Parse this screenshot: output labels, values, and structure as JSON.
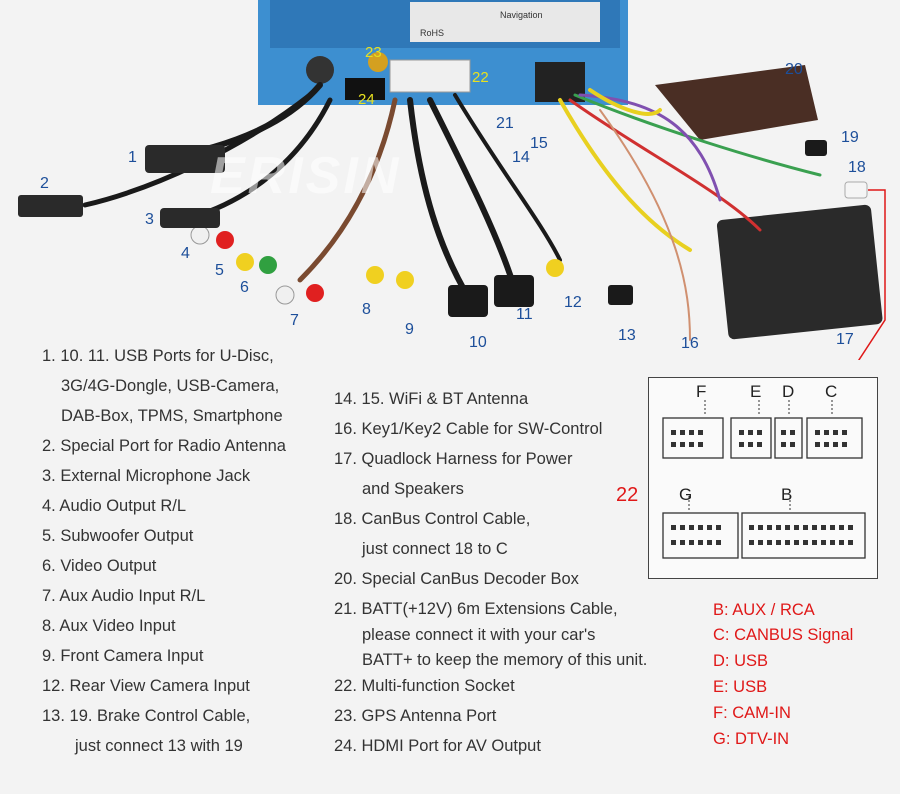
{
  "brand": "ERISIN",
  "unit_label": {
    "line1": "Navigation",
    "line2": "RoHS"
  },
  "callouts": [
    {
      "id": "1",
      "text": "1"
    },
    {
      "id": "2",
      "text": "2"
    },
    {
      "id": "3",
      "text": "3"
    },
    {
      "id": "4",
      "text": "4"
    },
    {
      "id": "5",
      "text": "5"
    },
    {
      "id": "6",
      "text": "6"
    },
    {
      "id": "7",
      "text": "7"
    },
    {
      "id": "8",
      "text": "8"
    },
    {
      "id": "9",
      "text": "9"
    },
    {
      "id": "10",
      "text": "10"
    },
    {
      "id": "11",
      "text": "11"
    },
    {
      "id": "12",
      "text": "12"
    },
    {
      "id": "13",
      "text": "13"
    },
    {
      "id": "14",
      "text": "14"
    },
    {
      "id": "15",
      "text": "15"
    },
    {
      "id": "16",
      "text": "16"
    },
    {
      "id": "17",
      "text": "17"
    },
    {
      "id": "18",
      "text": "18"
    },
    {
      "id": "19",
      "text": "19"
    },
    {
      "id": "20",
      "text": "20"
    },
    {
      "id": "21",
      "text": "21"
    },
    {
      "id": "22a",
      "text": "22"
    },
    {
      "id": "23",
      "text": "23"
    },
    {
      "id": "24",
      "text": "24"
    }
  ],
  "legend_left": [
    "1. 10. 11. USB Ports for U-Disc,",
    "3G/4G-Dongle, USB-Camera,",
    "DAB-Box, TPMS, Smartphone",
    "2. Special Port for Radio Antenna",
    "3. External Microphone Jack",
    "4. Audio Output R/L",
    "5. Subwoofer Output",
    "6. Video Output",
    "7. Aux Audio Input R/L",
    "8. Aux Video Input",
    "9. Front Camera Input",
    "12. Rear View Camera Input",
    "13. 19. Brake Control Cable,",
    "just connect 13 with 19"
  ],
  "legend_right": [
    "14. 15. WiFi & BT Antenna",
    "16. Key1/Key2 Cable for SW-Control",
    "17. Quadlock Harness for Power",
    "and Speakers",
    "18. CanBus Control Cable,",
    "just connect 18 to C",
    "20. Special CanBus Decoder Box",
    "21. BATT(+12V) 6m Extensions Cable,",
    "please connect it with your car's",
    "BATT+ to keep the memory of this unit.",
    "22. Multi-function Socket",
    "23. GPS Antenna Port",
    "24. HDMI Port for AV Output"
  ],
  "socket": {
    "number": "22",
    "top_labels": [
      "F",
      "E",
      "D",
      "C"
    ],
    "bottom_labels": [
      "G",
      "B"
    ]
  },
  "socket_codes": [
    "B: AUX / RCA",
    "C: CANBUS Signal",
    "D: USB",
    "E: USB",
    "F: CAM-IN",
    "G: DTV-IN"
  ],
  "colors": {
    "callout_blue": "#1d4f9a",
    "code_red": "#e01818",
    "unit_blue": "#3d8fd0"
  }
}
